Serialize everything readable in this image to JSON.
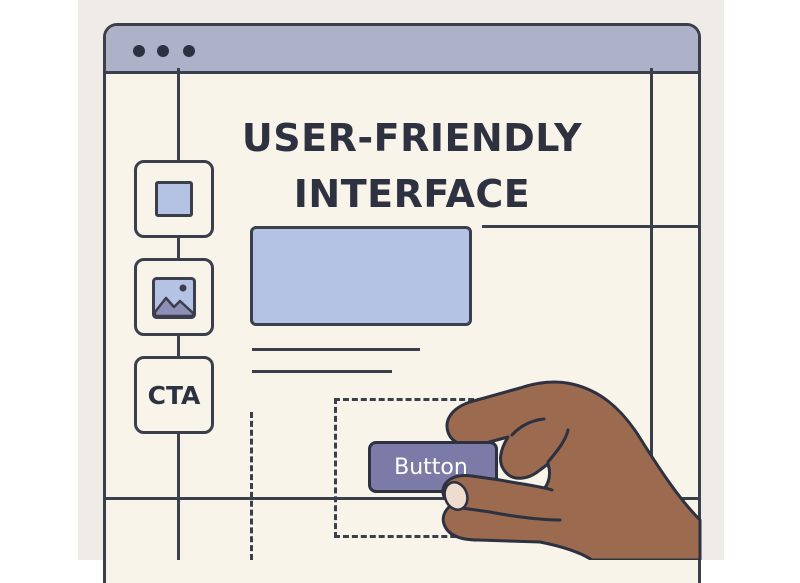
{
  "page": {
    "title": "USER-FRIENDLY\nINTERFACE"
  },
  "sidebar": {
    "items": [
      {
        "icon": "square-icon"
      },
      {
        "icon": "image-icon"
      },
      {
        "label": "CTA"
      }
    ]
  },
  "drag": {
    "button_label": "Button"
  },
  "colors": {
    "outline": "#3b3f4c",
    "titlebar": "#aeb2c8",
    "window_bg": "#f8f4ea",
    "accent_block": "#b4c2e4",
    "button": "#7c7ba8",
    "skin": "#9b6a4f"
  }
}
